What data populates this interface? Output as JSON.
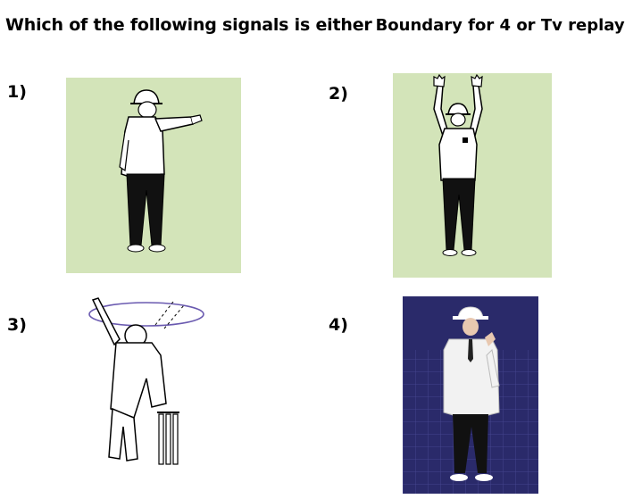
{
  "question": {
    "part1": "Which of the following signals is either",
    "part2": "Boundary for 4  or Tv replay ?"
  },
  "options": [
    {
      "label": "1)",
      "icon": "umpire-arm-horizontal-icon",
      "background": "#d3e4b9"
    },
    {
      "label": "2)",
      "icon": "umpire-both-arms-raised-icon",
      "background": "#d3e4b9"
    },
    {
      "label": "3)",
      "icon": "umpire-arm-waving-circle-icon",
      "background": "#ffffff"
    },
    {
      "label": "4)",
      "icon": "umpire-hand-on-shoulder-icon",
      "background": "#2a2a6a"
    }
  ],
  "colors": {
    "panel_green": "#d3e4b9",
    "panel_navy": "#2a2a6a",
    "ink": "#000000"
  }
}
